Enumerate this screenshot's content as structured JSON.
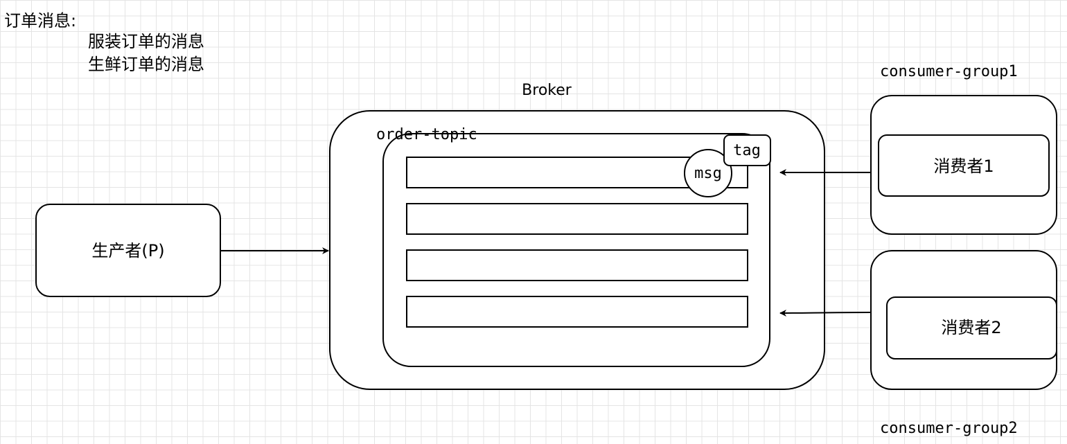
{
  "notes": {
    "heading": "订单消息:",
    "item_1": "服装订单的消息",
    "item_2": "生鲜订单的消息"
  },
  "broker": {
    "label": "Broker"
  },
  "topic": {
    "label": "order-topic",
    "queue_count": 4
  },
  "message": {
    "label": "msg",
    "tag_label": "tag"
  },
  "producer": {
    "label": "生产者(P)"
  },
  "consumer_groups": [
    {
      "label": "consumer-group1",
      "consumer_label": "消费者1"
    },
    {
      "label": "consumer-group2",
      "consumer_label": "消费者2"
    }
  ],
  "colors": {
    "stroke": "#000000",
    "fill": "#ffffff",
    "grid": "#e4e4e4"
  }
}
